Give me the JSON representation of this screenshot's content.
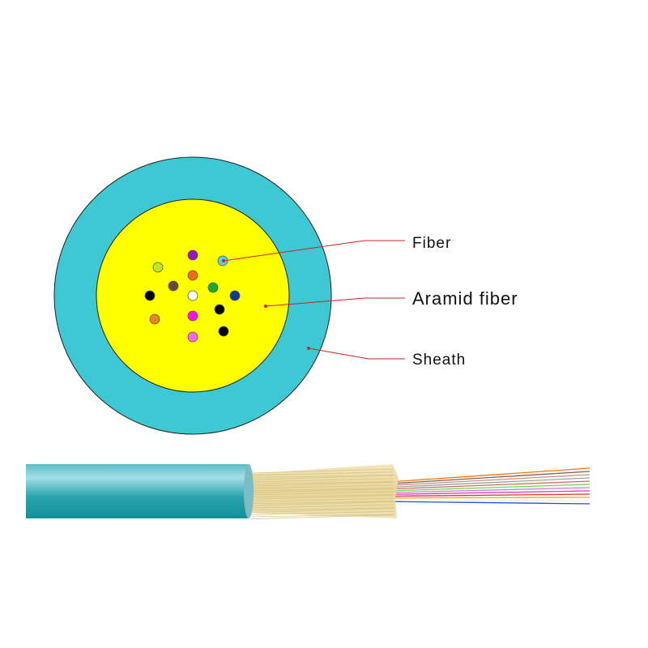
{
  "labels": {
    "fiber": "Fiber",
    "aramid": "Aramid fiber",
    "sheath": "Sheath"
  },
  "colors": {
    "sheath": "#3ec8d4",
    "aramid": "#ffff00",
    "leader": "#d42020",
    "fibers": [
      "#9b10c8",
      "#4fd3e8",
      "#bde81a",
      "#f26a10",
      "#6b4a33",
      "#12b022",
      "#000000",
      "#ffffff",
      "#0a3aa0",
      "#000000",
      "#e8861e",
      "#ff10f0",
      "#000000",
      "#ff66e8"
    ],
    "strands": [
      "#f07a10",
      "#8a5a4a",
      "#c89080",
      "#a0a0a0",
      "#d07060",
      "#60e040",
      "#c080e0",
      "#e030c0",
      "#e03030",
      "#e0b020",
      "#f0f0f0",
      "#2050e0"
    ]
  }
}
